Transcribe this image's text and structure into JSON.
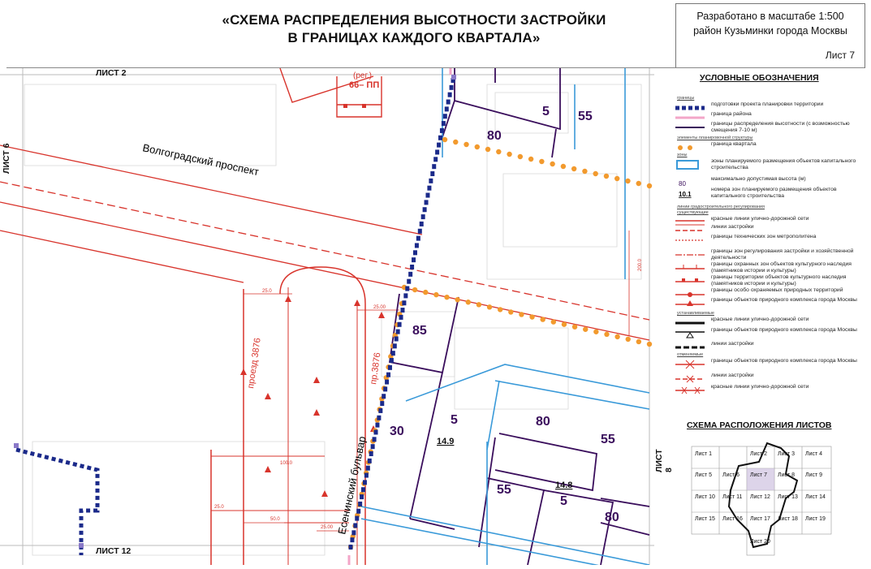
{
  "header": {
    "title_line1": "«СХЕМА РАСПРЕДЕЛЕНИЯ ВЫСОТНОСТИ ЗАСТРОЙКИ",
    "title_line2": "В ГРАНИЦАХ КАЖДОГО КВАРТАЛА»",
    "stamp_line1": "Разработано в масштабе 1:500",
    "stamp_line2": "район Кузьминки города Москвы",
    "sheet": "Лист 7"
  },
  "map": {
    "sheet_top": "ЛИСТ 2",
    "sheet_left": "ЛИСТ 6",
    "sheet_right": "ЛИСТ 8",
    "sheet_bottom": "ЛИСТ 12",
    "street_prospekt": "Волгоградский проспект",
    "street_bulvar": "Есенинский бульвар",
    "street_proezd": "проезд 3876",
    "street_pr": "пр.3876",
    "zone_66": "66– ПП",
    "zone_reg": "(рег.)",
    "heights": [
      "5",
      "55",
      "80",
      "85",
      "30",
      "5",
      "80",
      "55",
      "55",
      "5",
      "80"
    ],
    "zone_ids": [
      "14.9",
      "14.8"
    ],
    "dims": [
      "25.0",
      "25.00",
      "100.0",
      "25.0",
      "50.0",
      "25.00",
      "200.0"
    ]
  },
  "legend": {
    "title": "УСЛОВНЫЕ ОБОЗНАЧЕНИЯ",
    "sec_borders": "границы",
    "sec_elements": "элементы планировочной структуры",
    "sec_zones": "зоны",
    "sec_lines": "линии градостроительного регулирования",
    "sec_existing": "существующие",
    "sec_established": "устанавливаемые",
    "sec_cancelled": "отменяемые",
    "items": [
      "подготовки проекта планировки территории",
      "граница района",
      "границы распределения высотности (с возможностью смещения 7-10 м)",
      "граница квартала",
      "зоны планируемого размещения объектов капитального строительства",
      "максимально допустимая высота (м)",
      "номера зон планируемого размещения объектов капитального строительства",
      "красные линии улично-дорожной сети",
      "линии застройки",
      "границы технических зон метрополитена",
      "границы зон регулирования застройки и хозяйственной деятельности",
      "границы охранных зон объектов культурного наследия (памятников истории и культуры)",
      "границы территории объектов культурного наследия (памятников истории и культуры)",
      "границы особо охраняемых природных территорий",
      "границы объектов природного комплекса города Москвы",
      "красные линии улично-дорожной сети",
      "границы объектов природного комплекса города Москвы",
      "линии застройки",
      "границы объектов природного комплекса города Москвы",
      "линии застройки",
      "красные линии улично-дорожной сети"
    ],
    "sample_height": "80",
    "sample_zone": "10.1",
    "index_title": "СХЕМА РАСПОЛОЖЕНИЯ ЛИСТОВ",
    "index_sheets": [
      "Лист 1",
      "Лист 2",
      "Лист 3",
      "Лист 4",
      "Лист 5",
      "Лист 6",
      "Лист 7",
      "Лист 8",
      "Лист 9",
      "Лист 10",
      "Лист 11",
      "Лист 12",
      "Лист 13",
      "Лист 14",
      "Лист 15",
      "Лист 16",
      "Лист 17",
      "Лист 18",
      "Лист 19",
      "Лист 20"
    ]
  },
  "colors": {
    "red_line": "#d8342c",
    "dark_purple": "#3a0e5c",
    "blue_zone": "#3a9ad9",
    "navy_dots": "#1b2a8a",
    "orange_dots": "#f29a2e",
    "pink_district": "#f3a6c8"
  }
}
